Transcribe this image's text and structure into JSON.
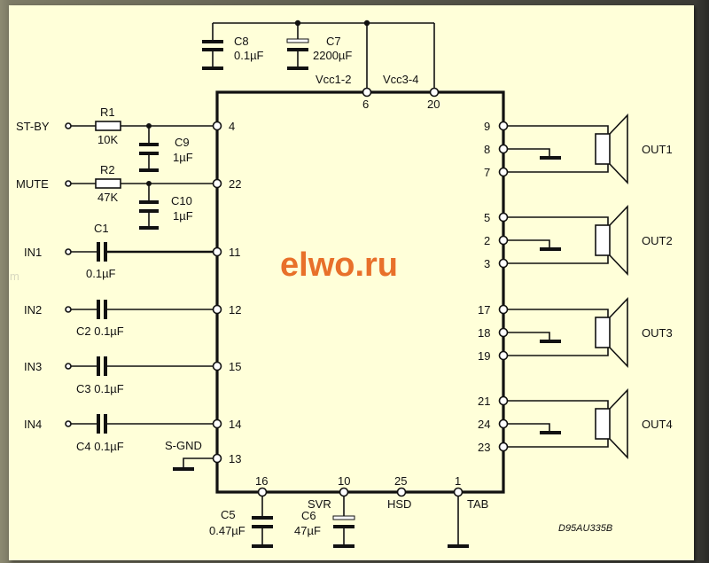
{
  "diagram": {
    "watermark": "elwo.ru",
    "drawing_code": "D95AU335B",
    "stray_text": "m",
    "power": {
      "vcc12_label": "Vcc1-2",
      "vcc34_label": "Vcc3-4",
      "pin_vcc12": "6",
      "pin_vcc34": "20",
      "c8_name": "C8",
      "c8_value": "0.1µF",
      "c7_name": "C7",
      "c7_value": "2200µF"
    },
    "control": {
      "stby_label": "ST-BY",
      "stby_pin": "4",
      "r1_name": "R1",
      "r1_value": "10K",
      "c9_name": "C9",
      "c9_value": "1µF",
      "mute_label": "MUTE",
      "mute_pin": "22",
      "r2_name": "R2",
      "r2_value": "47K",
      "c10_name": "C10",
      "c10_value": "1µF"
    },
    "inputs": [
      {
        "label": "IN1",
        "cap": "C1",
        "value": "0.1µF",
        "pin": "11"
      },
      {
        "label": "IN2",
        "cap": "C2 0.1µF",
        "pin": "12"
      },
      {
        "label": "IN3",
        "cap": "C3 0.1µF",
        "pin": "15"
      },
      {
        "label": "IN4",
        "cap": "C4 0.1µF",
        "pin": "14"
      }
    ],
    "sgnd": {
      "label": "S-GND",
      "pin": "13"
    },
    "outputs": [
      {
        "label": "OUT1",
        "pins": [
          "9",
          "8",
          "7"
        ]
      },
      {
        "label": "OUT2",
        "pins": [
          "5",
          "2",
          "3"
        ]
      },
      {
        "label": "OUT3",
        "pins": [
          "17",
          "18",
          "19"
        ]
      },
      {
        "label": "OUT4",
        "pins": [
          "21",
          "24",
          "23"
        ]
      }
    ],
    "bottom": {
      "pin16": "16",
      "c5_name": "C5",
      "c5_value": "0.47µF",
      "pin10": "10",
      "svr_label": "SVR",
      "c6_name": "C6",
      "c6_value": "47µF",
      "pin25": "25",
      "hsd_label": "HSD",
      "pin1": "1",
      "tab_label": "TAB"
    }
  }
}
